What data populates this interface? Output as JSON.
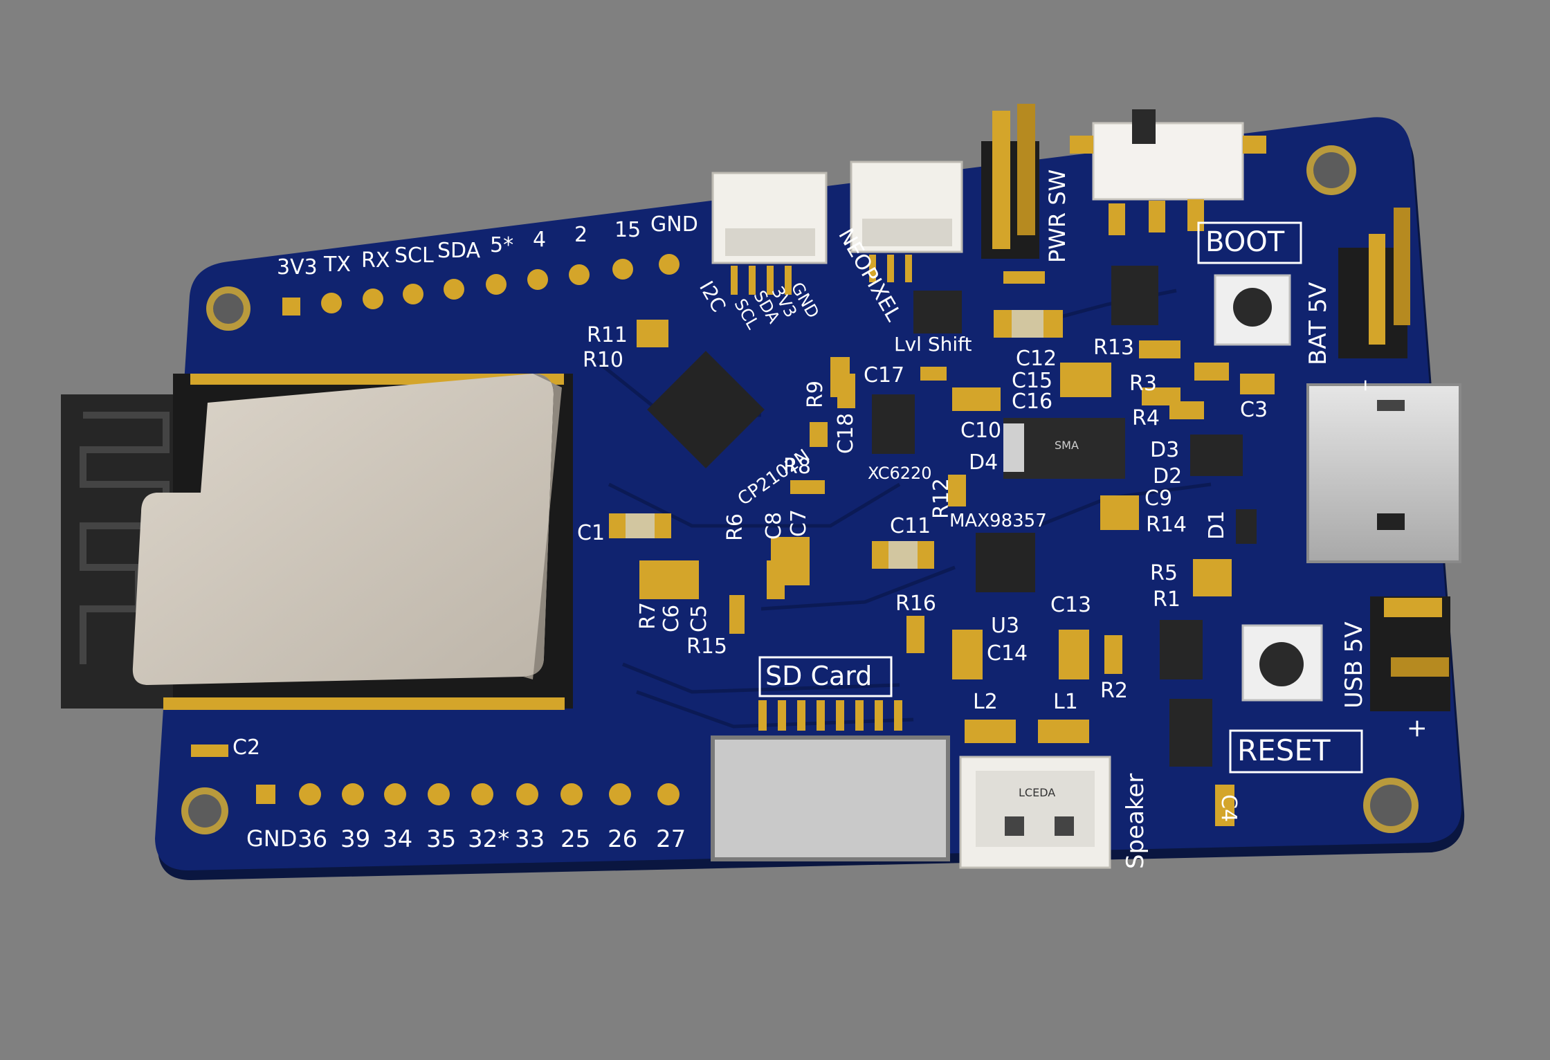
{
  "board": {
    "header_top_pins": [
      "3V3",
      "TX",
      "RX",
      "SCL",
      "SDA",
      "5*",
      "4",
      "2",
      "15",
      "GND"
    ],
    "header_bottom_pins": [
      "GND",
      "36",
      "39",
      "34",
      "35",
      "32*",
      "33",
      "25",
      "26",
      "27"
    ],
    "boxed_labels": {
      "boot": "BOOT",
      "reset": "RESET",
      "sd_card": "SD Card"
    },
    "connector_labels": {
      "pwr_sw": "PWR SW",
      "bat_5v": "BAT 5V",
      "usb_5v": "USB 5V",
      "speaker": "Speaker",
      "neopixel": "NEOPIXEL",
      "i2c": "I2C",
      "i2c_pins": [
        "SCL",
        "SDA",
        "3V3",
        "GND"
      ],
      "lvl_shift": "Lvl Shift",
      "minus": "–",
      "plus": "+"
    },
    "chips": {
      "cp2102n": "CP2102N",
      "xc6220": "XC6220",
      "max98357": "MAX98357",
      "u3": "U3",
      "sma": "SMA",
      "lceda": "LCEDA"
    },
    "refs": {
      "R11": "R11",
      "R10": "R10",
      "R9": "R9",
      "R8": "R8",
      "R6": "R6",
      "R7": "R7",
      "R12": "R12",
      "R13": "R13",
      "R3": "R3",
      "R4": "R4",
      "R14": "R14",
      "R5": "R5",
      "R1": "R1",
      "R2": "R2",
      "R15": "R15",
      "R16": "R16",
      "C1": "C1",
      "C2": "C2",
      "C3": "C3",
      "C4": "C4",
      "C5": "C5",
      "C6": "C6",
      "C7": "C7",
      "C8": "C8",
      "C9": "C9",
      "C10": "C10",
      "C11": "C11",
      "C12": "C12",
      "C13": "C13",
      "C14": "C14",
      "C15": "C15",
      "C16": "C16",
      "C17": "C17",
      "C18": "C18",
      "D1": "D1",
      "D2": "D2",
      "D3": "D3",
      "D4": "D4",
      "L1": "L1",
      "L2": "L2"
    }
  },
  "colors": {
    "background": "#808080",
    "pcb": "#0f2170",
    "silkscreen": "#ffffff",
    "gold": "#d4a52a",
    "shield": "#cfc7bb"
  }
}
